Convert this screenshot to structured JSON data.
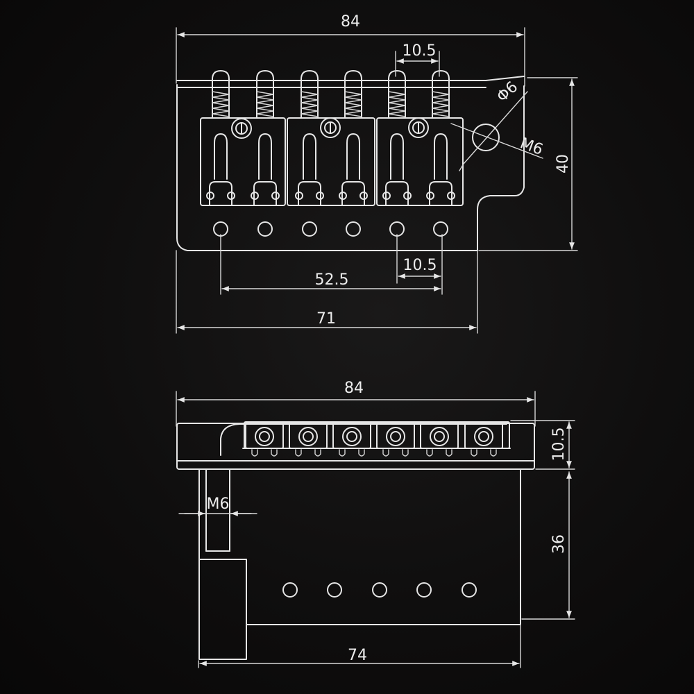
{
  "top_view": {
    "width_label": "84",
    "spacing_label": "10.5",
    "hole_label": "Φ6",
    "thread_label": "M6",
    "height_label": "40",
    "bottom_spacing_label": "10.5",
    "span_label": "52.5",
    "base_label": "71",
    "saddle_count": 6,
    "mount_hole_count": 6
  },
  "front_view": {
    "width_label": "84",
    "saddle_height_label": "10.5",
    "thread_label": "M6",
    "block_height_label": "36",
    "block_width_label": "74",
    "saddle_count": 6,
    "block_hole_count": 5
  },
  "colors": {
    "background": "#0f0e0e",
    "line": "#e6e6e6"
  }
}
